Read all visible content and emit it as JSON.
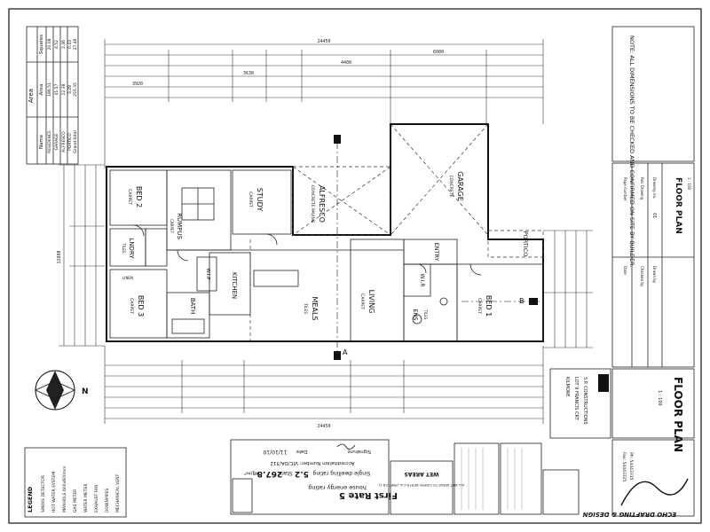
{
  "area_table": {
    "title": "Area",
    "col_name": "Name",
    "col_area": "Area",
    "col_squares": "Squares",
    "rows": [
      {
        "name": "RESIDENCE",
        "area": "186.51",
        "squares": "20.08"
      },
      {
        "name": "GARAGE",
        "area": "41.57",
        "squares": "4.52"
      },
      {
        "name": "ALFRESCO",
        "area": "22.38",
        "squares": "2.46"
      },
      {
        "name": "PORTICO",
        "area": "3.28",
        "squares": "0.43"
      },
      {
        "name": "Grand total",
        "area": "255.35",
        "squares": "27.49"
      }
    ]
  },
  "rooms": {
    "bed2": "BED 2",
    "bed2_floor": "CARPET",
    "study": "STUDY",
    "study_floor": "CARPET",
    "alfresco": "ALFRESCO",
    "alfresco_floor": "CONCRETE PAVING",
    "garage": "GARAGE",
    "garage_floor": "CONCRETE",
    "lndry": "LNDRY",
    "lndry_floor": "TILES",
    "rumpus": "RUMPUS",
    "rumpus_floor": "CARPET",
    "bed3": "BED 3",
    "bed3_floor": "CARPET",
    "bath": "BATH",
    "kitchen": "KITCHEN",
    "wip": "W.I.P",
    "meals": "MEALS",
    "meals_floor": "TILES",
    "living": "LIVING",
    "living_floor": "CARPET",
    "entry": "ENTRY",
    "portico": "PORTICO",
    "ens": "ENS",
    "ens_floor": "TILES",
    "wir": "W.I.R",
    "bed1": "BED 1",
    "bed1_floor": "CARPET",
    "linen": "LINEN"
  },
  "section_a": "A",
  "section_b": "B",
  "title_block": {
    "note": "NOTE: ALL DIMENSIONS TO BE CHECKED AND CONFIRMED ON SITE BY BUILDER.",
    "sheet_title": "FLOOR PLAN",
    "drawn_by_label": "Drawn by",
    "checked_by_label": "Checked by",
    "date_label": "Date",
    "drawing_no_label": "Drawing no.",
    "rev_label": "Rev Drawing",
    "page_label": "Page number",
    "drawing_no": "01",
    "scale": "1 : 100",
    "builder": "S.P. CONSTRUCTIONS",
    "lot": "LOT 9 FRANCIS CRT",
    "suburb": "KILMORE",
    "plan_title": "FLOOR PLAN",
    "plan_scale": "1 : 100"
  },
  "company": {
    "name": "ECHO DRAFTING & DESIGN",
    "phone": "Ph: 54443315",
    "fax": "Fax: 54443325"
  },
  "energy": {
    "heading": "First Rate 5",
    "subheading": "house energy rating",
    "single_rating": "Single dwelling rating",
    "rating_value": "5.2",
    "stars_label": "Stars",
    "mj_value": "267.8",
    "mj_unit": "MJ/m²",
    "accreditation": "Accreditation Number: VIC/DA/312",
    "signature_label": "Signature",
    "date_label": "Date",
    "date_value": "11/10/10",
    "wet_areas": "WET AREAS",
    "wet_areas_note": "ALL WET AREAS TO COMPLY WITH B.C.A. (PART 3.8.1)"
  },
  "legend": {
    "title": "LEGEND",
    "items": [
      "SMOKE DETECTOR",
      "HOT WATER SYSTEM",
      "MANHOLE 600x600mm",
      "GAS METER",
      "WATER METER",
      "EXHAUST FAN",
      "DOWNPIPES",
      "MECHANICAL VENT"
    ]
  },
  "dimensions": {
    "top_overall": "24450",
    "bottom_overall": "24450",
    "left_overall": "12880",
    "garage_dim": "6000",
    "alfresco_dim": "4400",
    "study_dim": "3630",
    "bed2_dim": "3920"
  },
  "north_label": "N"
}
